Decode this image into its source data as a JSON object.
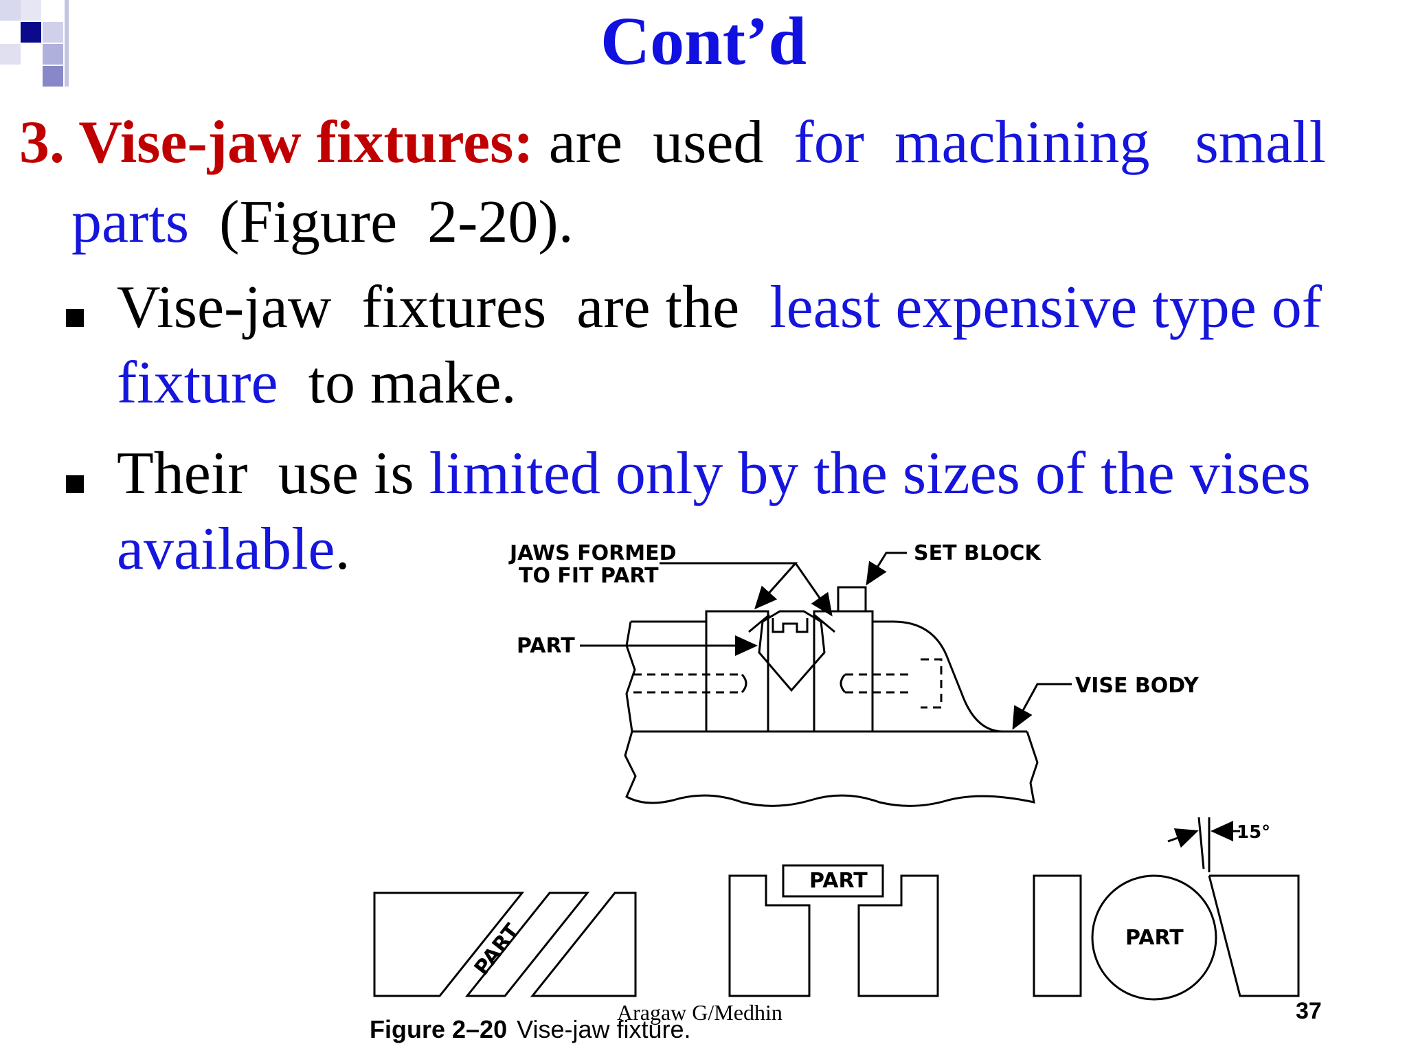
{
  "title": "Cont’d",
  "heading": {
    "number_label": "3. Vise-jaw fixtures:",
    "text1": " are  used ",
    "text2_blue": " for  machining   small",
    "line2_blue": "parts",
    "line2_text": "  (Figure  2-20)."
  },
  "bullets": [
    {
      "l1_a": "Vise-jaw  fixtures  are the  ",
      "l1_b": "least expensive type of",
      "l2_a": "fixture",
      "l2_b": "  to make."
    },
    {
      "l1_a": "Their  use is ",
      "l1_b": "limited  only by the sizes of the vises",
      "l2_a": "available",
      "l2_b": "."
    }
  ],
  "figure": {
    "labels": {
      "jaws_1": "JAWS FORMED",
      "jaws_2": "TO FIT PART",
      "set_block": "SET BLOCK",
      "part": "PART",
      "vise_body": "VISE BODY",
      "part_diag": "PART",
      "part_mid": "PART",
      "part_circle": "PART",
      "angle": "15°"
    },
    "caption_num": "Figure 2–20",
    "caption_text": "Vise-jaw fixture."
  },
  "footer": {
    "author": "Aragaw G/Medhin",
    "page": "37"
  }
}
